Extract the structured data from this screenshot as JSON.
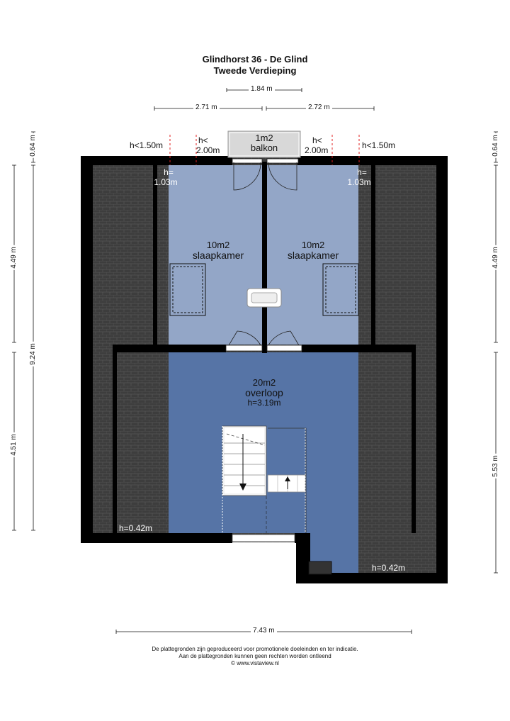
{
  "header": {
    "title_line1": "Glindhorst 36 - De Glind",
    "title_line2": "Tweede Verdieping"
  },
  "dimensions": {
    "top_balcony": "1.84 m",
    "top_left": "2.71 m",
    "top_right": "2.72 m",
    "bottom_total": "7.43 m",
    "left_top_small": "0.64 m",
    "left_upper": "4.49 m",
    "left_total": "9.24 m",
    "left_lower": "4.51 m",
    "right_top_small": "0.64 m",
    "right_upper": "4.49 m",
    "right_lower": "5.53 m"
  },
  "height_marks": {
    "outer_left": "h<1.50m",
    "inner_left_line1": "h<",
    "inner_left_line2": "2.00m",
    "inner_right_line1": "h<",
    "inner_right_line2": "2.00m",
    "outer_right": "h<1.50m",
    "room_left_line1": "h=",
    "room_left_line2": "1.03m",
    "room_right_line1": "h=",
    "room_right_line2": "1.03m",
    "bottom_left": "h=0.42m",
    "bottom_right": "h=0.42m"
  },
  "rooms": {
    "balcony": {
      "area": "1m2",
      "name": "balkon"
    },
    "bedroom_left": {
      "area": "10m2",
      "name": "slaapkamer"
    },
    "bedroom_right": {
      "area": "10m2",
      "name": "slaapkamer"
    },
    "landing": {
      "area": "20m2",
      "name": "overloop",
      "height": "h=3.19m"
    }
  },
  "footer": {
    "line1": "De plattegronden zijn geproduceerd voor promotionele doeleinden en ter indicatie.",
    "line2": "Aan de plattegronden kunnen geen rechten worden ontleend",
    "line3": "© www.vistaview.nl"
  },
  "colors": {
    "bedroom": "#93a6c7",
    "landing": "#5674a6",
    "roof": "#3d3d3d",
    "wall": "#000000",
    "balcony": "#d8d8d8",
    "dim_marker": "#e02020"
  }
}
